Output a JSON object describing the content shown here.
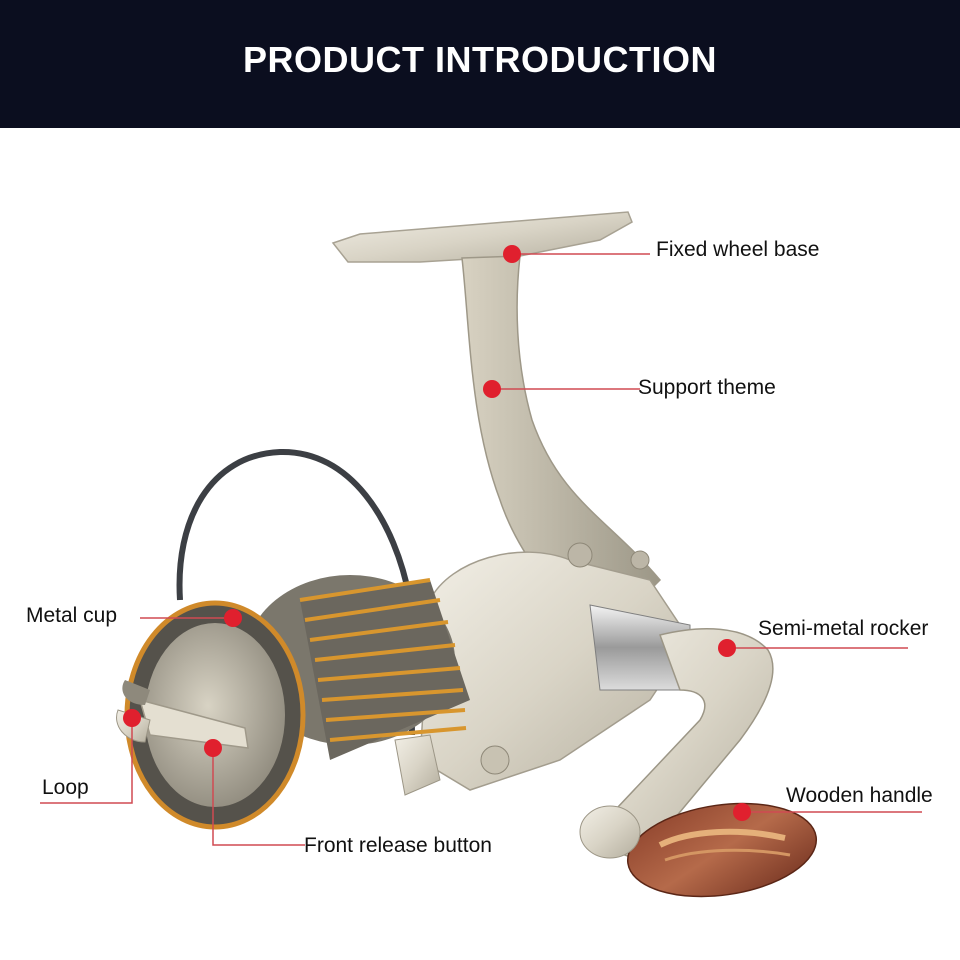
{
  "banner": {
    "title": "PRODUCT INTRODUCTION"
  },
  "callouts": {
    "fixed_wheel_base": "Fixed wheel base",
    "support_theme": "Support theme",
    "metal_cup": "Metal cup",
    "semi_metal_rocker": "Semi-metal rocker",
    "loop": "Loop",
    "wooden_handle": "Wooden handle",
    "front_release_button": "Front release button"
  },
  "colors": {
    "banner_bg": "#0b0e1f",
    "callout_dot": "#e0202e",
    "callout_line": "#d04a52"
  }
}
